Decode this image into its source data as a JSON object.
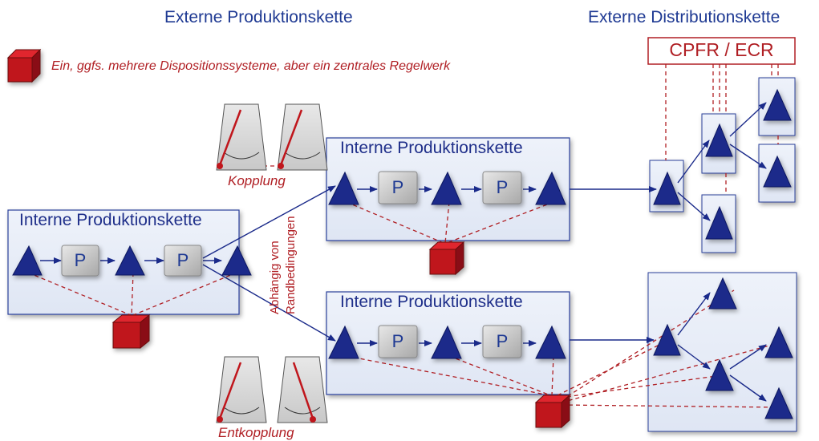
{
  "headers": {
    "production": "Externe Produktionskette",
    "distribution": "Externe Distributionskette"
  },
  "cpfr_label": "CPFR / ECR",
  "legend_text": "Ein, ggfs. mehrere Dispositionssysteme, aber ein zentrales Regelwerk",
  "box_title": "Interne Produktionskette",
  "process_label": "P",
  "kopplung": "Kopplung",
  "entkopplung": "Entkopplung",
  "vertical_label": [
    "Abhängig von",
    "Randbedingungen"
  ],
  "colors": {
    "triangle": "#1a2a8a",
    "accent_red": "#b01f24",
    "box_fill": "#e9eef8",
    "box_stroke": "#2a3f9a",
    "header_blue": "#1f3a93"
  }
}
